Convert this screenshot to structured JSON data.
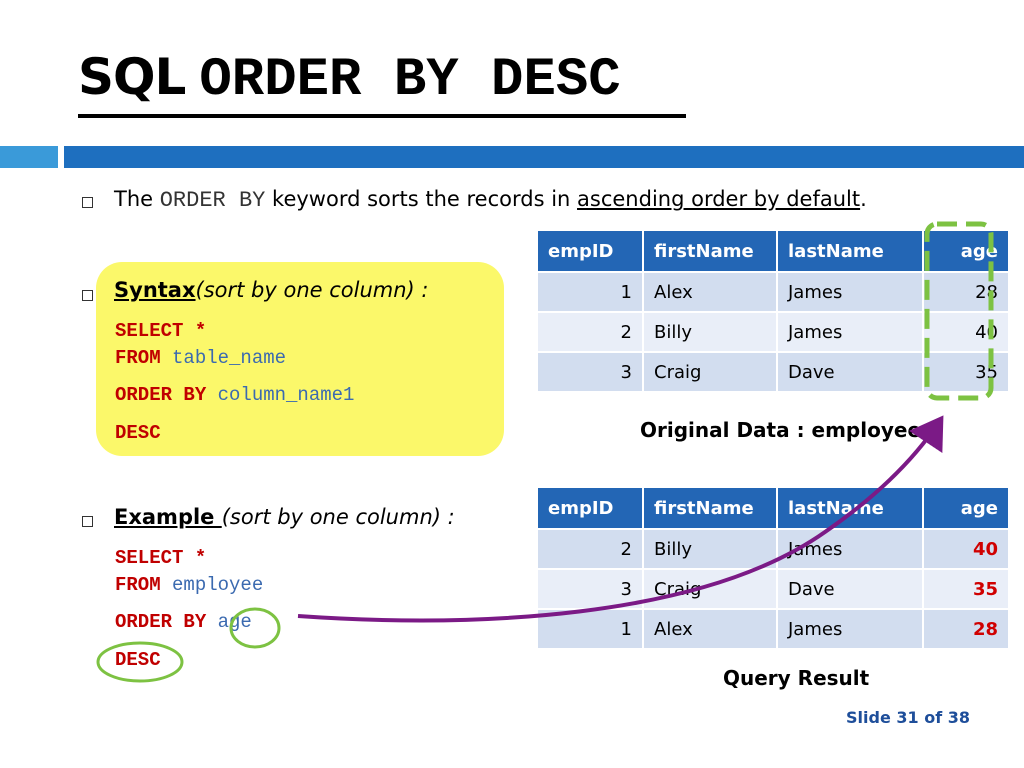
{
  "title": {
    "prefix": "SQL",
    "keyword": "ORDER BY DESC"
  },
  "bullets": {
    "intro": {
      "pre": "The ",
      "keyword": "ORDER BY",
      "mid": " keyword sorts the records in ",
      "underlined": "ascending order by default",
      "post": "."
    },
    "syntax": {
      "label": "Syntax",
      "note": "(sort by one column) :",
      "code": {
        "line1_kw": "SELECT *",
        "line2_kw": "FROM",
        "line2_val": " table_name",
        "line3_kw": "ORDER BY",
        "line3_val": " column_name1",
        "line4_kw": "DESC"
      }
    },
    "example": {
      "label": "Example ",
      "note": "(sort by one column) :",
      "code": {
        "line1_kw": "SELECT *",
        "line2_kw": "FROM",
        "line2_val": " employee",
        "line3_kw": "ORDER BY",
        "line3_val": " age",
        "line4_kw": "DESC"
      }
    }
  },
  "original_table": {
    "headers": [
      "empID",
      "firstName",
      "lastName",
      "age"
    ],
    "rows": [
      [
        "1",
        "Alex",
        "James",
        "28"
      ],
      [
        "2",
        "Billy",
        "James",
        "40"
      ],
      [
        "3",
        "Craig",
        "Dave",
        "35"
      ]
    ],
    "caption": "Original Data : employee"
  },
  "result_table": {
    "headers": [
      "empID",
      "firstName",
      "lastName",
      "age"
    ],
    "rows": [
      [
        "2",
        "Billy",
        "James",
        "40"
      ],
      [
        "3",
        "Craig",
        "Dave",
        "35"
      ],
      [
        "1",
        "Alex",
        "James",
        "28"
      ]
    ],
    "caption": "Query Result"
  },
  "footer": {
    "slide": "Slide 31 of 38"
  },
  "colors": {
    "header_bar": "#1e6fbf",
    "table_header": "#2366b5",
    "highlight_box": "#fbf86a",
    "sql_keyword": "#c00000",
    "annotation_green": "#7dc242",
    "arrow_purple": "#7b1a86"
  }
}
